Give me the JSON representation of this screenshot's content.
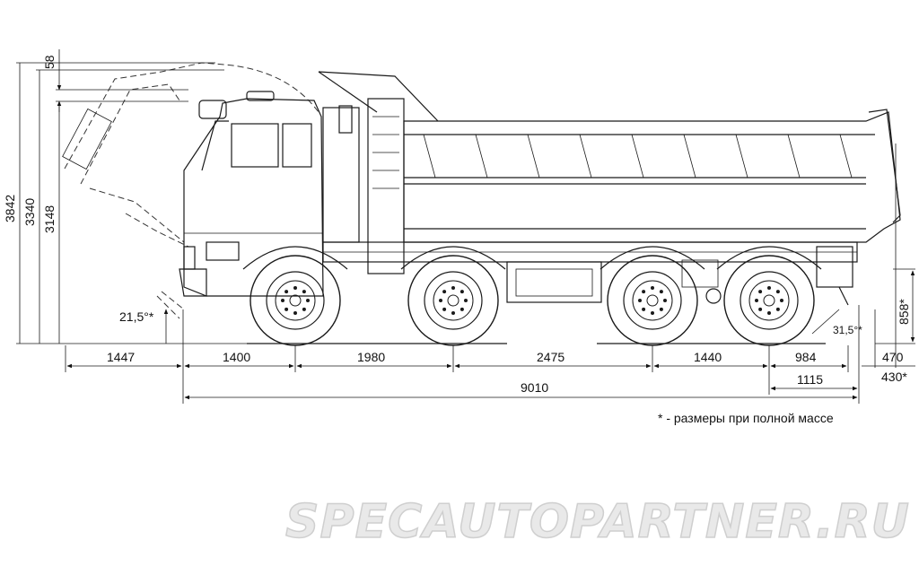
{
  "dimensions": {
    "h_3842": "3842",
    "h_3340": "3340",
    "h_3148": "3148",
    "h_58": "58",
    "angle_front": "21,5°*",
    "angle_rear": "31,5°*",
    "front_overhang": "1447",
    "span_1400": "1400",
    "span_1980": "1980",
    "span_2475": "2475",
    "span_1440": "1440",
    "span_984": "984",
    "span_1115": "1115",
    "total_9010": "9010",
    "rear_858": "858*",
    "rear_470": "470",
    "rear_430": "430*"
  },
  "note": "* -  размеры при полной массе",
  "watermark": "SPECAUTOPARTNER.RU"
}
